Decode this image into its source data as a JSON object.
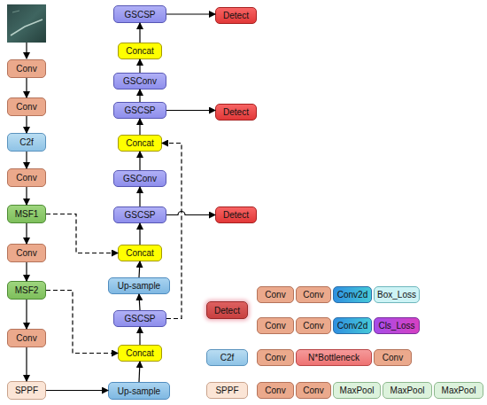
{
  "diagram": {
    "nodes": [
      {
        "text": [
          "Conv"
        ]
      },
      {
        "text": [
          "Conv"
        ]
      },
      {
        "text": [
          "C2f"
        ]
      },
      {
        "text": [
          "Conv"
        ]
      },
      {
        "text": [
          "MSF1"
        ]
      },
      {
        "text": [
          "Conv"
        ]
      },
      {
        "text": [
          "MSF2"
        ]
      },
      {
        "text": [
          "Conv"
        ]
      },
      {
        "text": [
          "SPPF"
        ]
      },
      {
        "text": [
          "GSCSP"
        ]
      },
      {
        "text": [
          "Concat"
        ]
      },
      {
        "text": [
          "GSConv"
        ]
      },
      {
        "text": [
          "GSCSP"
        ]
      },
      {
        "text": [
          "Concat"
        ]
      },
      {
        "text": [
          "GSConv"
        ]
      },
      {
        "text": [
          "GSCSP"
        ]
      },
      {
        "text": [
          "Concat"
        ]
      },
      {
        "text": [
          "Up-sample"
        ]
      },
      {
        "text": [
          "GSCSP"
        ]
      },
      {
        "text": [
          "Concat"
        ]
      },
      {
        "text": [
          "Up-sample"
        ]
      },
      {
        "text": [
          "Detect"
        ]
      },
      {
        "text": [
          "Detect"
        ]
      },
      {
        "text": [
          "Detect"
        ]
      },
      {
        "text": [
          "Detect"
        ]
      },
      {
        "text": [
          "Conv"
        ]
      },
      {
        "text": [
          "Conv"
        ]
      },
      {
        "text": [
          "Conv2d"
        ]
      },
      {
        "text": [
          "Box_Loss"
        ]
      },
      {
        "text": [
          "Conv"
        ]
      },
      {
        "text": [
          "Conv"
        ]
      },
      {
        "text": [
          "Conv2d"
        ]
      },
      {
        "text": [
          "Cls_Loss"
        ]
      },
      {
        "text": [
          "C2f"
        ]
      },
      {
        "text": [
          "Conv"
        ]
      },
      {
        "text": [
          "N*Bottleneck"
        ]
      },
      {
        "text": [
          "Conv"
        ]
      },
      {
        "text": [
          "SPPF"
        ]
      },
      {
        "text": [
          "Conv"
        ]
      },
      {
        "text": [
          "Conv"
        ]
      },
      {
        "text": [
          "MaxPool"
        ]
      },
      {
        "text": [
          "MaxPool"
        ]
      },
      {
        "text": [
          "MaxPool"
        ]
      }
    ],
    "edges": [
      {
        "from": 0,
        "to": 1,
        "arrow": "to"
      },
      {
        "from": 1,
        "to": 2,
        "arrow": "to"
      },
      {
        "from": 2,
        "to": 3,
        "arrow": "to"
      },
      {
        "from": 3,
        "to": 4,
        "arrow": "to"
      },
      {
        "from": 4,
        "to": 5,
        "arrow": "to"
      },
      {
        "from": 5,
        "to": 6,
        "arrow": "to"
      },
      {
        "from": 6,
        "to": 7,
        "arrow": "to"
      },
      {
        "from": 7,
        "to": 8,
        "arrow": "to"
      },
      {
        "from": 8,
        "to": 20,
        "arrow": "to"
      },
      {
        "from": 20,
        "to": 19,
        "arrow": "to"
      },
      {
        "from": 6,
        "to": 19,
        "arrow": "to"
      },
      {
        "from": 19,
        "to": 18,
        "arrow": "to"
      },
      {
        "from": 18,
        "to": 17,
        "arrow": "to"
      },
      {
        "from": 18,
        "to": 13,
        "arrow": "to"
      },
      {
        "from": 17,
        "to": 16,
        "arrow": "to"
      },
      {
        "from": 4,
        "to": 16,
        "arrow": "to"
      },
      {
        "from": 16,
        "to": 15,
        "arrow": "to"
      },
      {
        "from": 15,
        "to": 14,
        "arrow": "to"
      },
      {
        "from": 15,
        "to": 23,
        "arrow": "to"
      },
      {
        "from": 14,
        "to": 13,
        "arrow": "to"
      },
      {
        "from": 13,
        "to": 12,
        "arrow": "to"
      },
      {
        "from": 12,
        "to": 22,
        "arrow": "to"
      },
      {
        "from": 12,
        "to": 11,
        "arrow": "to"
      },
      {
        "from": 11,
        "to": 10,
        "arrow": "to"
      },
      {
        "from": 10,
        "to": 9,
        "arrow": "to"
      },
      {
        "from": 9,
        "to": 21,
        "arrow": "to"
      }
    ]
  }
}
